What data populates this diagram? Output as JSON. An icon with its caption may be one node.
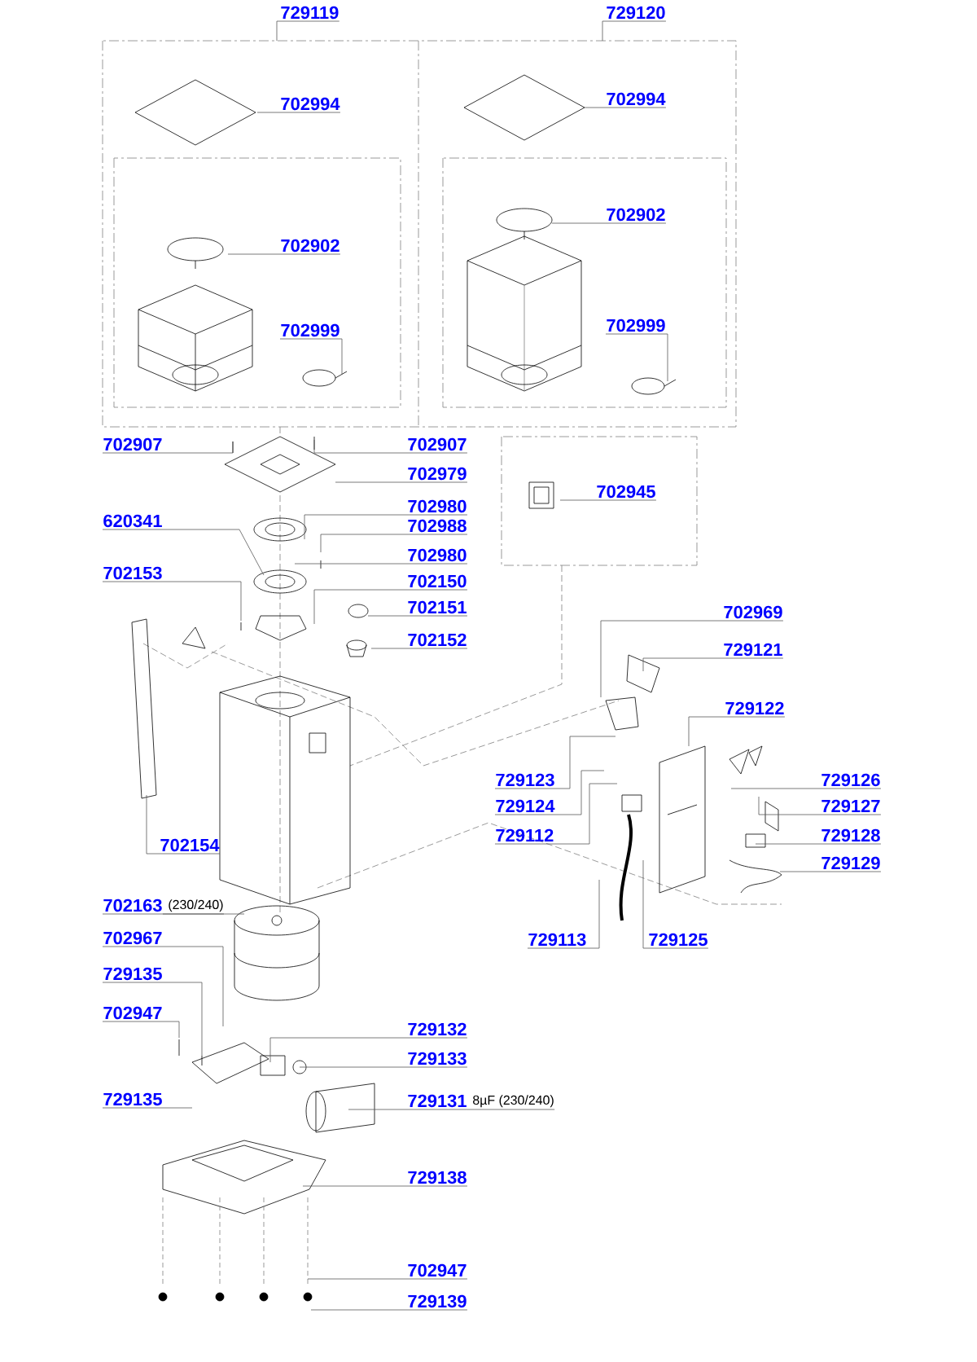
{
  "diagram": {
    "nodes": [
      {
        "text": [
          "729119"
        ]
      },
      {
        "text": [
          "729120"
        ]
      },
      {
        "text": [
          "702994"
        ]
      },
      {
        "text": [
          "702994"
        ]
      },
      {
        "text": [
          "702902"
        ]
      },
      {
        "text": [
          "702902"
        ]
      },
      {
        "text": [
          "702999"
        ]
      },
      {
        "text": [
          "702999"
        ]
      },
      {
        "text": [
          "702907"
        ]
      },
      {
        "text": [
          "702907"
        ]
      },
      {
        "text": [
          "702979"
        ]
      },
      {
        "text": [
          "702945"
        ]
      },
      {
        "text": [
          "702980"
        ]
      },
      {
        "text": [
          "620341"
        ]
      },
      {
        "text": [
          "702988"
        ]
      },
      {
        "text": [
          "702980"
        ]
      },
      {
        "text": [
          "702153"
        ]
      },
      {
        "text": [
          "702150"
        ]
      },
      {
        "text": [
          "702151"
        ]
      },
      {
        "text": [
          "702969"
        ]
      },
      {
        "text": [
          "702152"
        ]
      },
      {
        "text": [
          "729121"
        ]
      },
      {
        "text": [
          "729122"
        ]
      },
      {
        "text": [
          "729123"
        ]
      },
      {
        "text": [
          "729126"
        ]
      },
      {
        "text": [
          "729124"
        ]
      },
      {
        "text": [
          "729127"
        ]
      },
      {
        "text": [
          "729112"
        ]
      },
      {
        "text": [
          "729128"
        ]
      },
      {
        "text": [
          "702154"
        ]
      },
      {
        "text": [
          "729129"
        ]
      },
      {
        "text": [
          "702163"
        ],
        "beside": [
          "(230/240)"
        ]
      },
      {
        "text": [
          "702967"
        ]
      },
      {
        "text": [
          "729113"
        ]
      },
      {
        "text": [
          "729125"
        ]
      },
      {
        "text": [
          "729135"
        ]
      },
      {
        "text": [
          "702947"
        ]
      },
      {
        "text": [
          "729132"
        ]
      },
      {
        "text": [
          "729133"
        ]
      },
      {
        "text": [
          "729135"
        ]
      },
      {
        "text": [
          "729131"
        ],
        "beside": [
          "8µF (230/240)"
        ]
      },
      {
        "text": [
          "729138"
        ]
      },
      {
        "text": [
          "702947"
        ]
      },
      {
        "text": [
          "729139"
        ]
      }
    ],
    "edges": [
      {
        "from": 0,
        "to": null,
        "arrow": "none"
      },
      {
        "from": 1,
        "to": null,
        "arrow": "none"
      },
      {
        "from": 2,
        "to": null,
        "arrow": "none"
      },
      {
        "from": 3,
        "to": null,
        "arrow": "none"
      },
      {
        "from": 4,
        "to": null,
        "arrow": "none"
      },
      {
        "from": 5,
        "to": null,
        "arrow": "none"
      },
      {
        "from": 6,
        "to": null,
        "arrow": "none"
      },
      {
        "from": 7,
        "to": null,
        "arrow": "none"
      },
      {
        "from": 8,
        "to": null,
        "arrow": "none"
      },
      {
        "from": 9,
        "to": null,
        "arrow": "none"
      },
      {
        "from": 10,
        "to": null,
        "arrow": "none"
      },
      {
        "from": 11,
        "to": null,
        "arrow": "none"
      },
      {
        "from": 12,
        "to": null,
        "arrow": "none"
      },
      {
        "from": 13,
        "to": null,
        "arrow": "none"
      },
      {
        "from": 14,
        "to": null,
        "arrow": "none"
      },
      {
        "from": 15,
        "to": null,
        "arrow": "none"
      },
      {
        "from": 16,
        "to": null,
        "arrow": "none"
      },
      {
        "from": 17,
        "to": null,
        "arrow": "none"
      },
      {
        "from": 18,
        "to": null,
        "arrow": "none"
      },
      {
        "from": 19,
        "to": null,
        "arrow": "none"
      },
      {
        "from": 20,
        "to": null,
        "arrow": "none"
      },
      {
        "from": 21,
        "to": null,
        "arrow": "none"
      },
      {
        "from": 22,
        "to": null,
        "arrow": "none"
      },
      {
        "from": 23,
        "to": null,
        "arrow": "none"
      },
      {
        "from": 24,
        "to": null,
        "arrow": "none"
      },
      {
        "from": 25,
        "to": null,
        "arrow": "none"
      },
      {
        "from": 26,
        "to": null,
        "arrow": "none"
      },
      {
        "from": 27,
        "to": null,
        "arrow": "none"
      },
      {
        "from": 28,
        "to": null,
        "arrow": "none"
      },
      {
        "from": 29,
        "to": null,
        "arrow": "none"
      },
      {
        "from": 30,
        "to": null,
        "arrow": "none"
      },
      {
        "from": 31,
        "to": null,
        "arrow": "none"
      },
      {
        "from": 32,
        "to": null,
        "arrow": "none"
      },
      {
        "from": 33,
        "to": null,
        "arrow": "none"
      },
      {
        "from": 34,
        "to": null,
        "arrow": "none"
      },
      {
        "from": 35,
        "to": null,
        "arrow": "none"
      },
      {
        "from": 36,
        "to": null,
        "arrow": "none"
      },
      {
        "from": 37,
        "to": null,
        "arrow": "none"
      },
      {
        "from": 38,
        "to": null,
        "arrow": "none"
      },
      {
        "from": 39,
        "to": null,
        "arrow": "none"
      },
      {
        "from": 40,
        "to": null,
        "arrow": "none"
      },
      {
        "from": 41,
        "to": null,
        "arrow": "none"
      },
      {
        "from": 42,
        "to": null,
        "arrow": "none"
      },
      {
        "from": 43,
        "to": null,
        "arrow": "none"
      }
    ]
  }
}
